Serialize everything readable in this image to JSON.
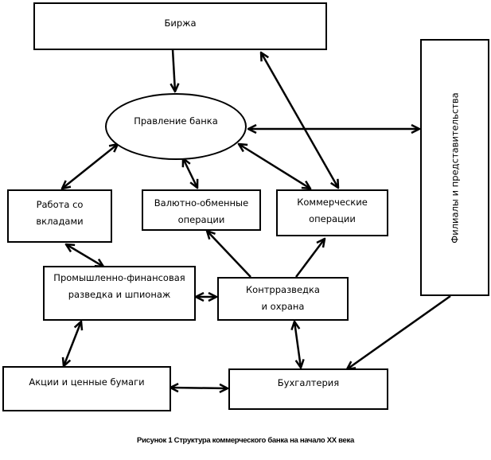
{
  "diagram": {
    "nodes": {
      "exchange": "Биржа",
      "board": "Правление банка",
      "deposits": "Работа со вкладами",
      "currency": "Валютно-обменные операции",
      "commercial": "Коммерческие операции",
      "espionage": "Промышленно-финансовая разведка и шпионаж",
      "counterintel": "Контрразведка и охрана",
      "securities": "Акции и ценные бумаги",
      "accounting": "Бухгалтерия",
      "branches": "Филиалы и представительства"
    },
    "edges": [
      {
        "from": "exchange",
        "to": "board",
        "type": "one-way"
      },
      {
        "from": "exchange",
        "to": "commercial",
        "type": "two-way"
      },
      {
        "from": "board",
        "to": "branches",
        "type": "two-way"
      },
      {
        "from": "board",
        "to": "deposits",
        "type": "two-way"
      },
      {
        "from": "board",
        "to": "currency",
        "type": "two-way"
      },
      {
        "from": "board",
        "to": "commercial",
        "type": "two-way"
      },
      {
        "from": "deposits",
        "to": "espionage",
        "type": "two-way"
      },
      {
        "from": "counterintel",
        "to": "currency",
        "type": "one-way"
      },
      {
        "from": "counterintel",
        "to": "commercial",
        "type": "one-way"
      },
      {
        "from": "espionage",
        "to": "counterintel",
        "type": "two-way"
      },
      {
        "from": "espionage",
        "to": "securities",
        "type": "two-way"
      },
      {
        "from": "counterintel",
        "to": "accounting",
        "type": "two-way"
      },
      {
        "from": "securities",
        "to": "accounting",
        "type": "two-way"
      },
      {
        "from": "branches",
        "to": "accounting",
        "type": "one-way"
      }
    ],
    "caption": "Рисунок 1 Структура коммерческого банка на начало XX века"
  }
}
